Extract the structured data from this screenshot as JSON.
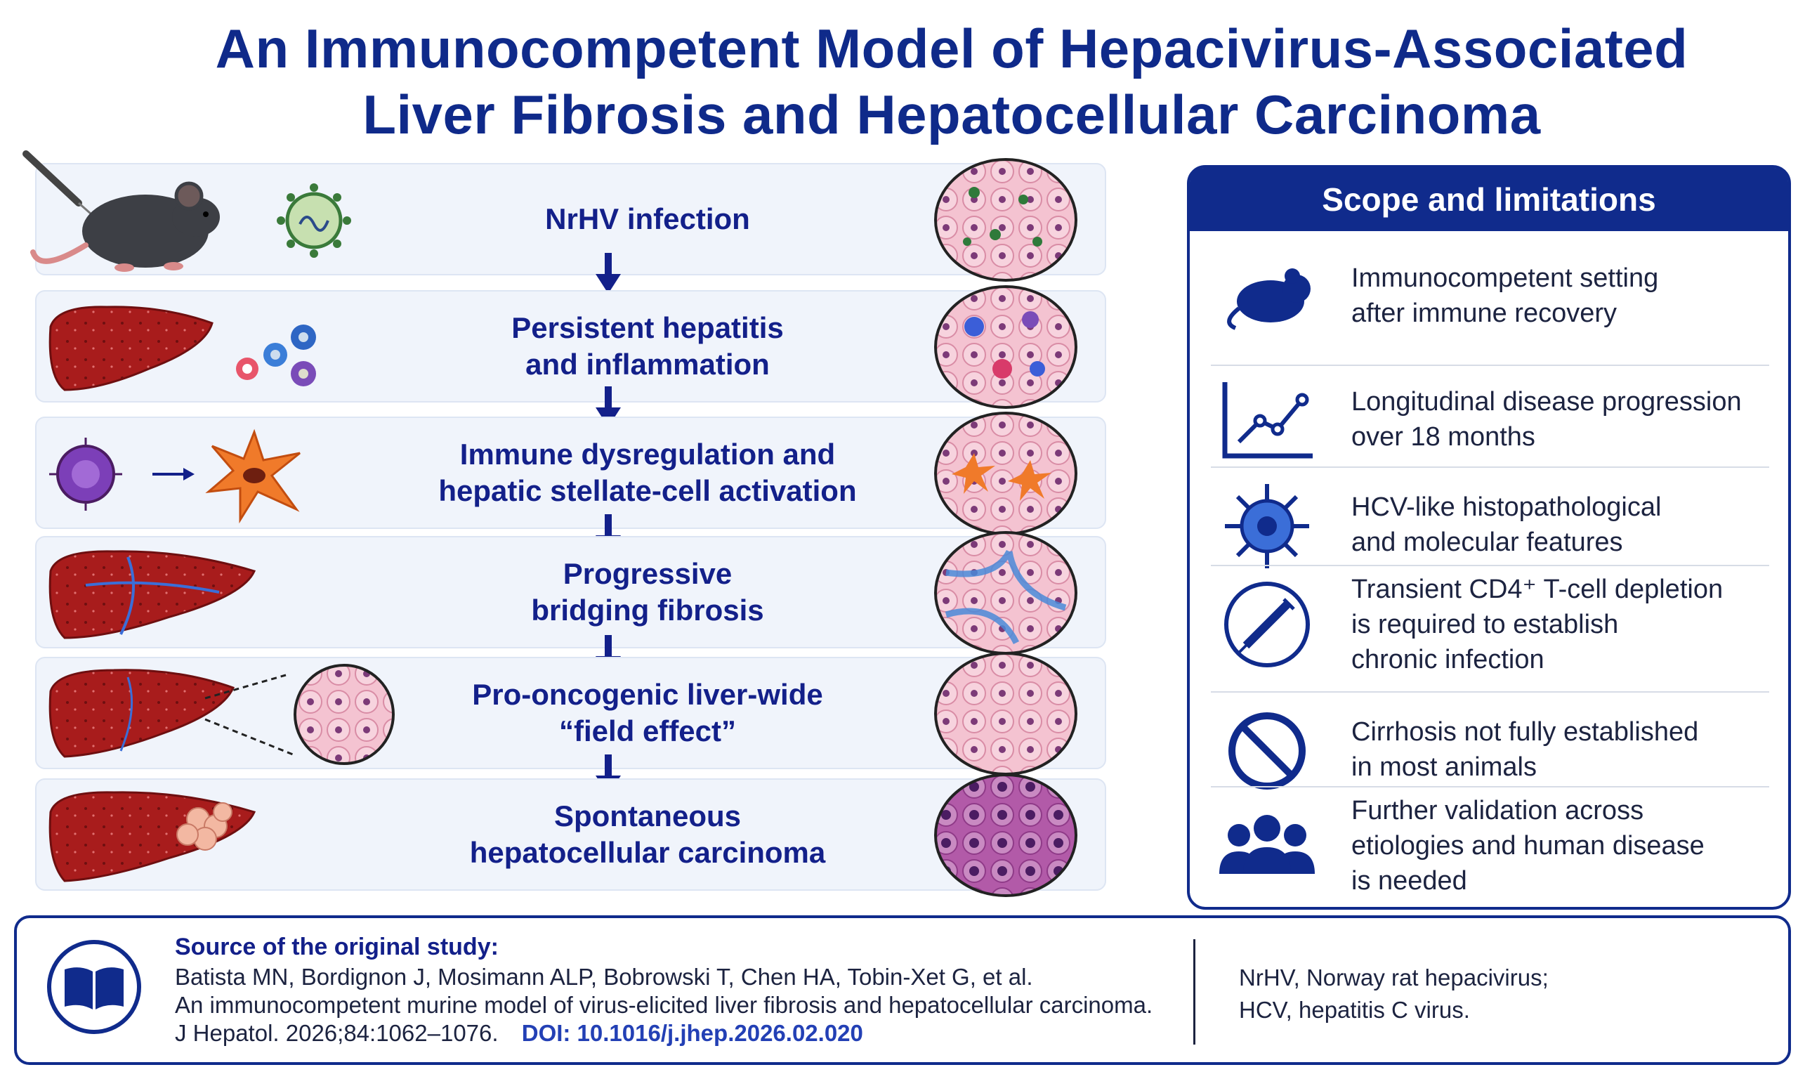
{
  "title": {
    "line1": "An Immunocompetent Model of Hepacivirus-Associated",
    "line2": "Liver Fibrosis and Hepatocellular Carcinoma"
  },
  "flow": {
    "steps": [
      {
        "label_line1": "NrHV infection",
        "label_line2": ""
      },
      {
        "label_line1": "Persistent hepatitis",
        "label_line2": "and inflammation"
      },
      {
        "label_line1": "Immune dysregulation and",
        "label_line2": "hepatic stellate-cell activation"
      },
      {
        "label_line1": "Progressive",
        "label_line2": "bridging fibrosis"
      },
      {
        "label_line1": "Pro-oncogenic liver-wide",
        "label_line2": "“field effect”"
      },
      {
        "label_line1": "Spontaneous",
        "label_line2": "hepatocellular carcinoma"
      }
    ]
  },
  "scope": {
    "title": "Scope and limitations",
    "items": [
      {
        "icon": "mouse-icon",
        "text": "Immunocompetent setting\nafter immune recovery"
      },
      {
        "icon": "line-chart-icon",
        "text": "Longitudinal disease progression\nover 18 months"
      },
      {
        "icon": "virus-icon",
        "text": "HCV-like histopathological\nand molecular features"
      },
      {
        "icon": "syringe-icon",
        "text": "Transient CD4⁺ T-cell depletion\nis required to establish\nchronic infection"
      },
      {
        "icon": "prohibited-icon",
        "text": "Cirrhosis not fully established\nin most animals"
      },
      {
        "icon": "people-icon",
        "text": "Further validation across\netiologies and human disease\nis needed"
      }
    ]
  },
  "source": {
    "heading": "Source of the original study:",
    "authors": "Batista MN, Bordignon J, Mosimann ALP, Bobrowski T, Chen HA, Tobin-Xet G, et al.",
    "article_title": "An immunocompetent murine model of virus-elicited liver fibrosis and hepatocellular carcinoma.",
    "journal": "J Hepatol. 2026;84:1062–1076.",
    "doi": "DOI: 10.1016/j.jhep.2026.02.020",
    "icon": "book-icon"
  },
  "abbreviations": {
    "line1": "NrHV, Norway rat hepacivirus;",
    "line2": "HCV, hepatitis C virus."
  },
  "colors": {
    "navy": "#102b8c",
    "title_blue": "#0f2a8a",
    "liver_red": "#a81c1c",
    "tissue_pink": "#f2b6c8"
  }
}
